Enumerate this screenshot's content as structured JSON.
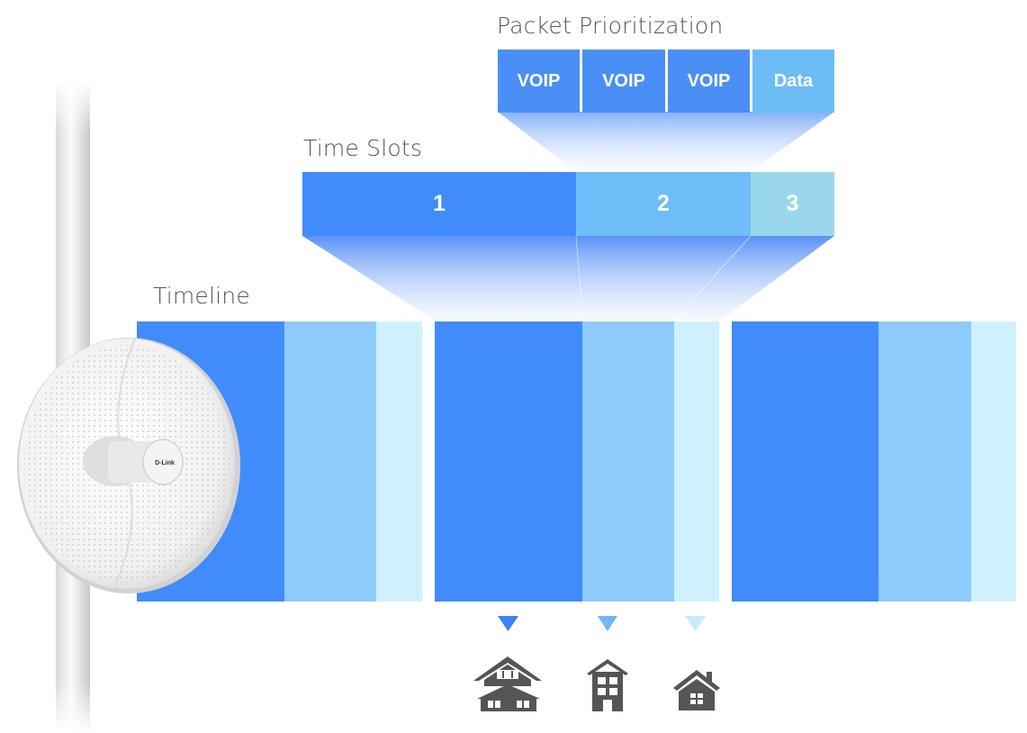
{
  "packet_prioritization": {
    "title": "Packet Prioritization",
    "packets": [
      "VOIP",
      "VOIP",
      "VOIP",
      "Data"
    ]
  },
  "time_slots": {
    "title": "Time Slots",
    "slots": [
      "1",
      "2",
      "3"
    ]
  },
  "timeline": {
    "title": "Timeline"
  },
  "device": {
    "brand": "D-Link",
    "icon": "dish-antenna"
  },
  "clients": [
    {
      "icon": "large-house-icon",
      "color": "#3c82f6"
    },
    {
      "icon": "apartment-building-icon",
      "color": "#72b6f4"
    },
    {
      "icon": "small-house-icon",
      "color": "#c5ecf8"
    }
  ],
  "colors": {
    "slot1": "#428bfb",
    "slot2": "#8ccbfc",
    "slot3": "#cff1fd",
    "voip": "#4a8ff5",
    "data": "#6cbdf4",
    "house": "#555555"
  }
}
